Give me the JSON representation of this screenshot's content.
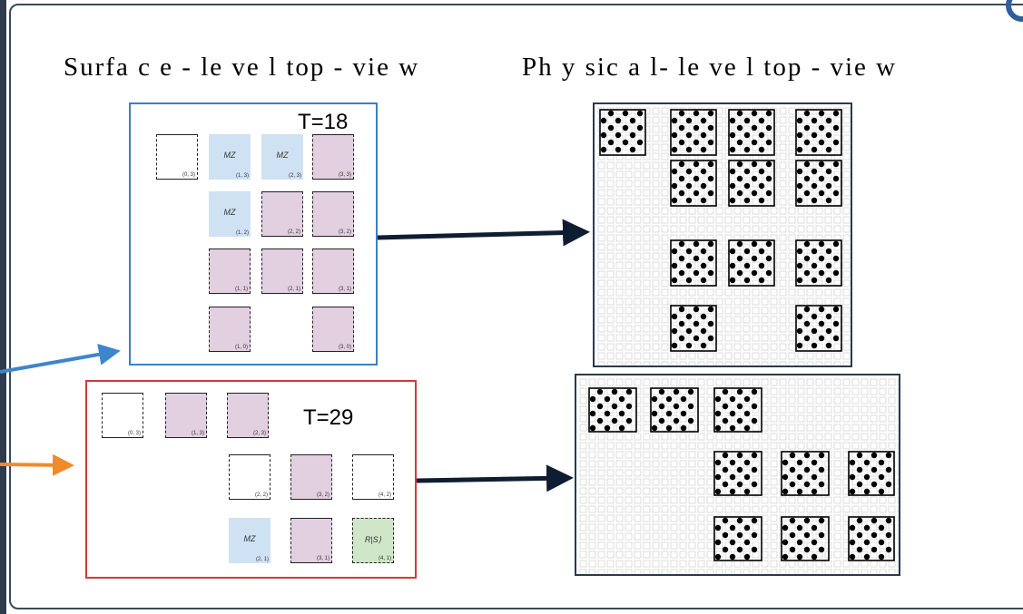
{
  "headings": {
    "surface": "Surfa c e - le ve l top - vie w",
    "physical": "Ph y sic a l- le ve l top - vie w"
  },
  "panel_t18": {
    "time_label": "T=18",
    "border_color": "#3d7fc4",
    "tiles": [
      {
        "coord": "(0, 3)",
        "kind": "empty",
        "op": ""
      },
      {
        "coord": "(1, 3)",
        "kind": "mz",
        "op": "MZ"
      },
      {
        "coord": "(2, 3)",
        "kind": "mz",
        "op": "MZ"
      },
      {
        "coord": "(3, 3)",
        "kind": "patch",
        "op": ""
      },
      {
        "coord": "(1, 2)",
        "kind": "mz",
        "op": "MZ"
      },
      {
        "coord": "(2, 2)",
        "kind": "patch",
        "op": ""
      },
      {
        "coord": "(3, 2)",
        "kind": "patch",
        "op": ""
      },
      {
        "coord": "(1, 1)",
        "kind": "patch",
        "op": ""
      },
      {
        "coord": "(2, 1)",
        "kind": "patch",
        "op": ""
      },
      {
        "coord": "(3, 1)",
        "kind": "patch",
        "op": ""
      },
      {
        "coord": "(1, 0)",
        "kind": "patch",
        "op": ""
      },
      {
        "coord": "(3, 0)",
        "kind": "patch",
        "op": ""
      }
    ]
  },
  "panel_t29": {
    "time_label": "T=29",
    "border_color": "#d23a3a",
    "tiles": [
      {
        "coord": "(0, 3)",
        "kind": "empty",
        "op": ""
      },
      {
        "coord": "(1, 3)",
        "kind": "patch",
        "op": ""
      },
      {
        "coord": "(2, 3)",
        "kind": "patch",
        "op": ""
      },
      {
        "coord": "(2, 2)",
        "kind": "empty",
        "op": ""
      },
      {
        "coord": "(3, 2)",
        "kind": "patch",
        "op": ""
      },
      {
        "coord": "(4, 2)",
        "kind": "empty",
        "op": ""
      },
      {
        "coord": "(2, 1)",
        "kind": "mz",
        "op": "MZ"
      },
      {
        "coord": "(3, 1)",
        "kind": "patch",
        "op": ""
      },
      {
        "coord": "(4, 1)",
        "kind": "rs",
        "op": "R|S⟩"
      }
    ]
  },
  "colors": {
    "frame": "#3a4a5e",
    "arrow_dark": "#0f1d33",
    "arrow_blue": "#3d86cc",
    "arrow_orange": "#f08a2c",
    "patch_fill": "#e2cfe0",
    "mz_fill": "#cfe2f3",
    "rs_fill": "#d0e6c9",
    "pink_qubit": "#f0a0b4"
  }
}
